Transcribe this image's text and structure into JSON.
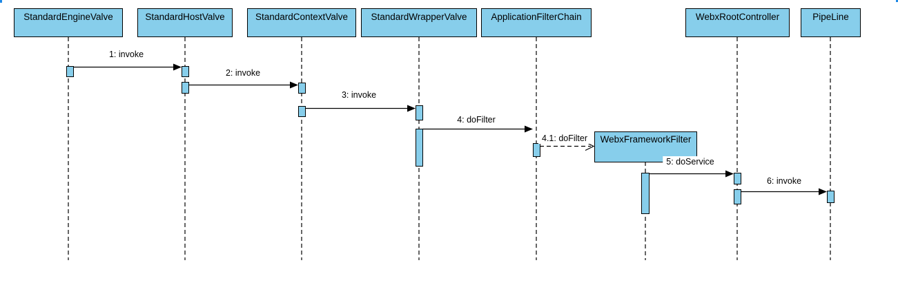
{
  "diagram": {
    "type": "uml-sequence-diagram",
    "participants": [
      {
        "name": "StandardEngineValve"
      },
      {
        "name": "StandardHostValve"
      },
      {
        "name": "StandardContextValve"
      },
      {
        "name": "StandardWrapperValve"
      },
      {
        "name": "ApplicationFilterChain"
      },
      {
        "name": "WebxRootController"
      },
      {
        "name": "PipeLine"
      }
    ],
    "created_participant": {
      "name": "WebxFrameworkFilter"
    },
    "messages": [
      {
        "label": "1: invoke",
        "from": "StandardEngineValve",
        "to": "StandardHostValve",
        "line": "solid",
        "arrowhead": "filled"
      },
      {
        "label": "2: invoke",
        "from": "StandardHostValve",
        "to": "StandardContextValve",
        "line": "solid",
        "arrowhead": "filled"
      },
      {
        "label": "3: invoke",
        "from": "StandardContextValve",
        "to": "StandardWrapperValve",
        "line": "solid",
        "arrowhead": "filled"
      },
      {
        "label": "4: doFilter",
        "from": "StandardWrapperValve",
        "to": "ApplicationFilterChain",
        "line": "solid",
        "arrowhead": "filled"
      },
      {
        "label": "4.1: doFilter",
        "from": "ApplicationFilterChain",
        "to": "WebxFrameworkFilter",
        "line": "dashed",
        "arrowhead": "open"
      },
      {
        "label": "5: doService",
        "from": "WebxFrameworkFilter",
        "to": "WebxRootController",
        "line": "solid",
        "arrowhead": "filled"
      },
      {
        "label": "6: invoke",
        "from": "WebxRootController",
        "to": "PipeLine",
        "line": "solid",
        "arrowhead": "filled"
      }
    ],
    "colors": {
      "node_fill": "#87CEEB",
      "node_border": "#000000",
      "line_color": "#000000",
      "background": "#FFFFFF"
    }
  }
}
